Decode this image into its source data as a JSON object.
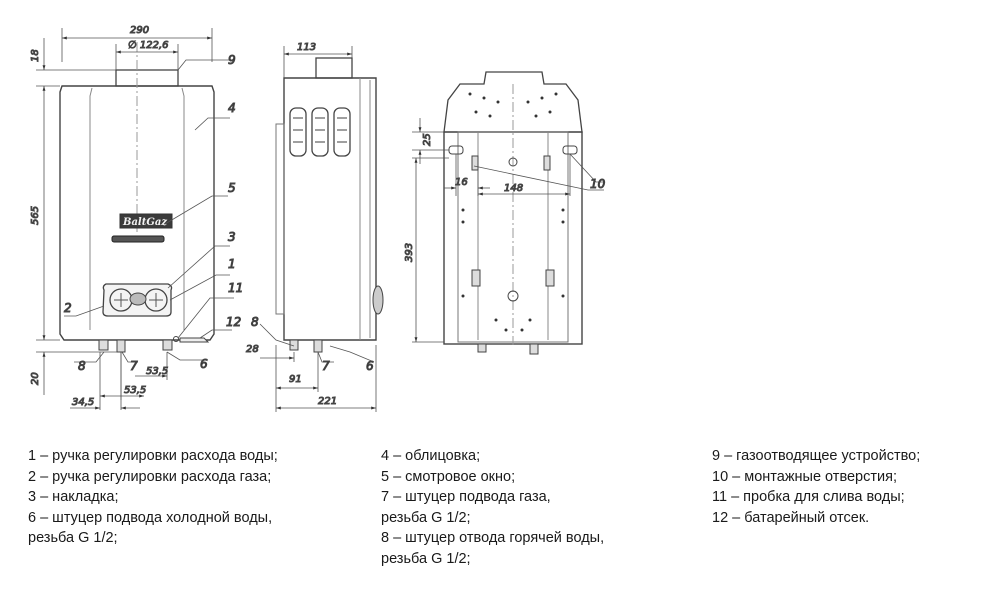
{
  "dimensions": {
    "front_width": "290",
    "diameter": "∅ 122,6",
    "top_gap": "18",
    "height": "565",
    "bottom_offset": "20",
    "fitting_spacing": "53,5",
    "fitting_offset": "34,5",
    "side_depth_top": "113",
    "side_offset_28": "28",
    "side_offset_91": "91",
    "side_depth": "221",
    "rear_25": "25",
    "rear_16": "16",
    "rear_148": "148",
    "rear_393": "393"
  },
  "callouts": {
    "c1": "1",
    "c2": "2",
    "c3": "3",
    "c4": "4",
    "c5": "5",
    "c6": "6",
    "c7": "7",
    "c8": "8",
    "c9": "9",
    "c10": "10",
    "c11": "11",
    "c12": "12"
  },
  "brand_text": "BaltGaz",
  "legend": {
    "col1": [
      "1 – ручка регулировки расхода воды;",
      "2 – ручка регулировки расхода газа;",
      "3 – накладка;",
      "6 – штуцер подвода холодной воды,",
      "резьба G 1/2;"
    ],
    "col2": [
      "4 – облицовка;",
      "5 – смотровое окно;",
      "7 – штуцер подвода газа,",
      "резьба G 1/2;",
      "8 – штуцер отвода горячей воды,",
      "резьба G 1/2;"
    ],
    "col3": [
      "9 – газоотводящее устройство;",
      "10 – монтажные отверстия;",
      "11 – пробка для слива воды;",
      "12 – батарейный отсек."
    ]
  }
}
